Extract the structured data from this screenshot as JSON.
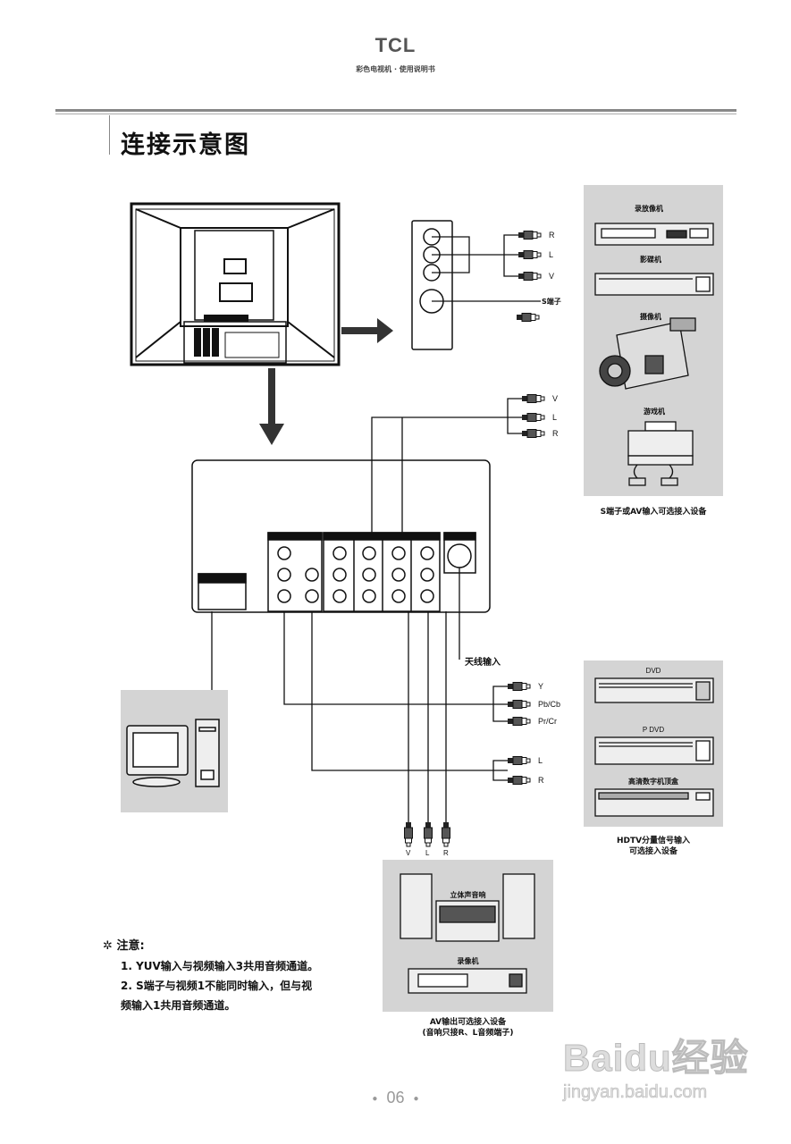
{
  "header": {
    "brand": "TCL",
    "subtitle": "彩色电视机 · 使用说明书"
  },
  "page_title": "连接示意图",
  "devices_s_av": {
    "items": [
      "录放像机",
      "影碟机",
      "摄像机",
      "游戏机"
    ],
    "caption": "S端子或AV输入可选接入设备"
  },
  "side_panel_plugs": {
    "rca_labels": [
      "R",
      "L",
      "V"
    ],
    "s_terminal_label": "S端子"
  },
  "top_plugs": {
    "labels": [
      "V",
      "L",
      "R"
    ]
  },
  "antenna_label": "天线输入",
  "component_plugs": {
    "labels": [
      "Y",
      "Pb/Cb",
      "Pr/Cr"
    ]
  },
  "audio_plugs": {
    "labels": [
      "L",
      "R"
    ]
  },
  "bottom_plugs": {
    "labels": [
      "V",
      "L",
      "R"
    ]
  },
  "devices_hdtv": {
    "items": [
      "DVD",
      "P DVD",
      "高清数字机顶盒"
    ],
    "caption_line1": "HDTV分量信号输入",
    "caption_line2": "可选接入设备"
  },
  "devices_av_out": {
    "items": [
      "立体声音响",
      "录像机"
    ],
    "caption_line1": "AV输出可选接入设备",
    "caption_line2": "(音响只接R、L音频端子)"
  },
  "notes": {
    "heading": "注意:",
    "lines": [
      "1. YUV输入与视频输入3共用音频通道。",
      "2. S端子与视频1不能同时输入，但与视",
      "频输入1共用音频通道。"
    ]
  },
  "footer": {
    "page_number": "06"
  },
  "watermark": {
    "brand": "Baidu经验",
    "url": "jingyan.baidu.com"
  }
}
